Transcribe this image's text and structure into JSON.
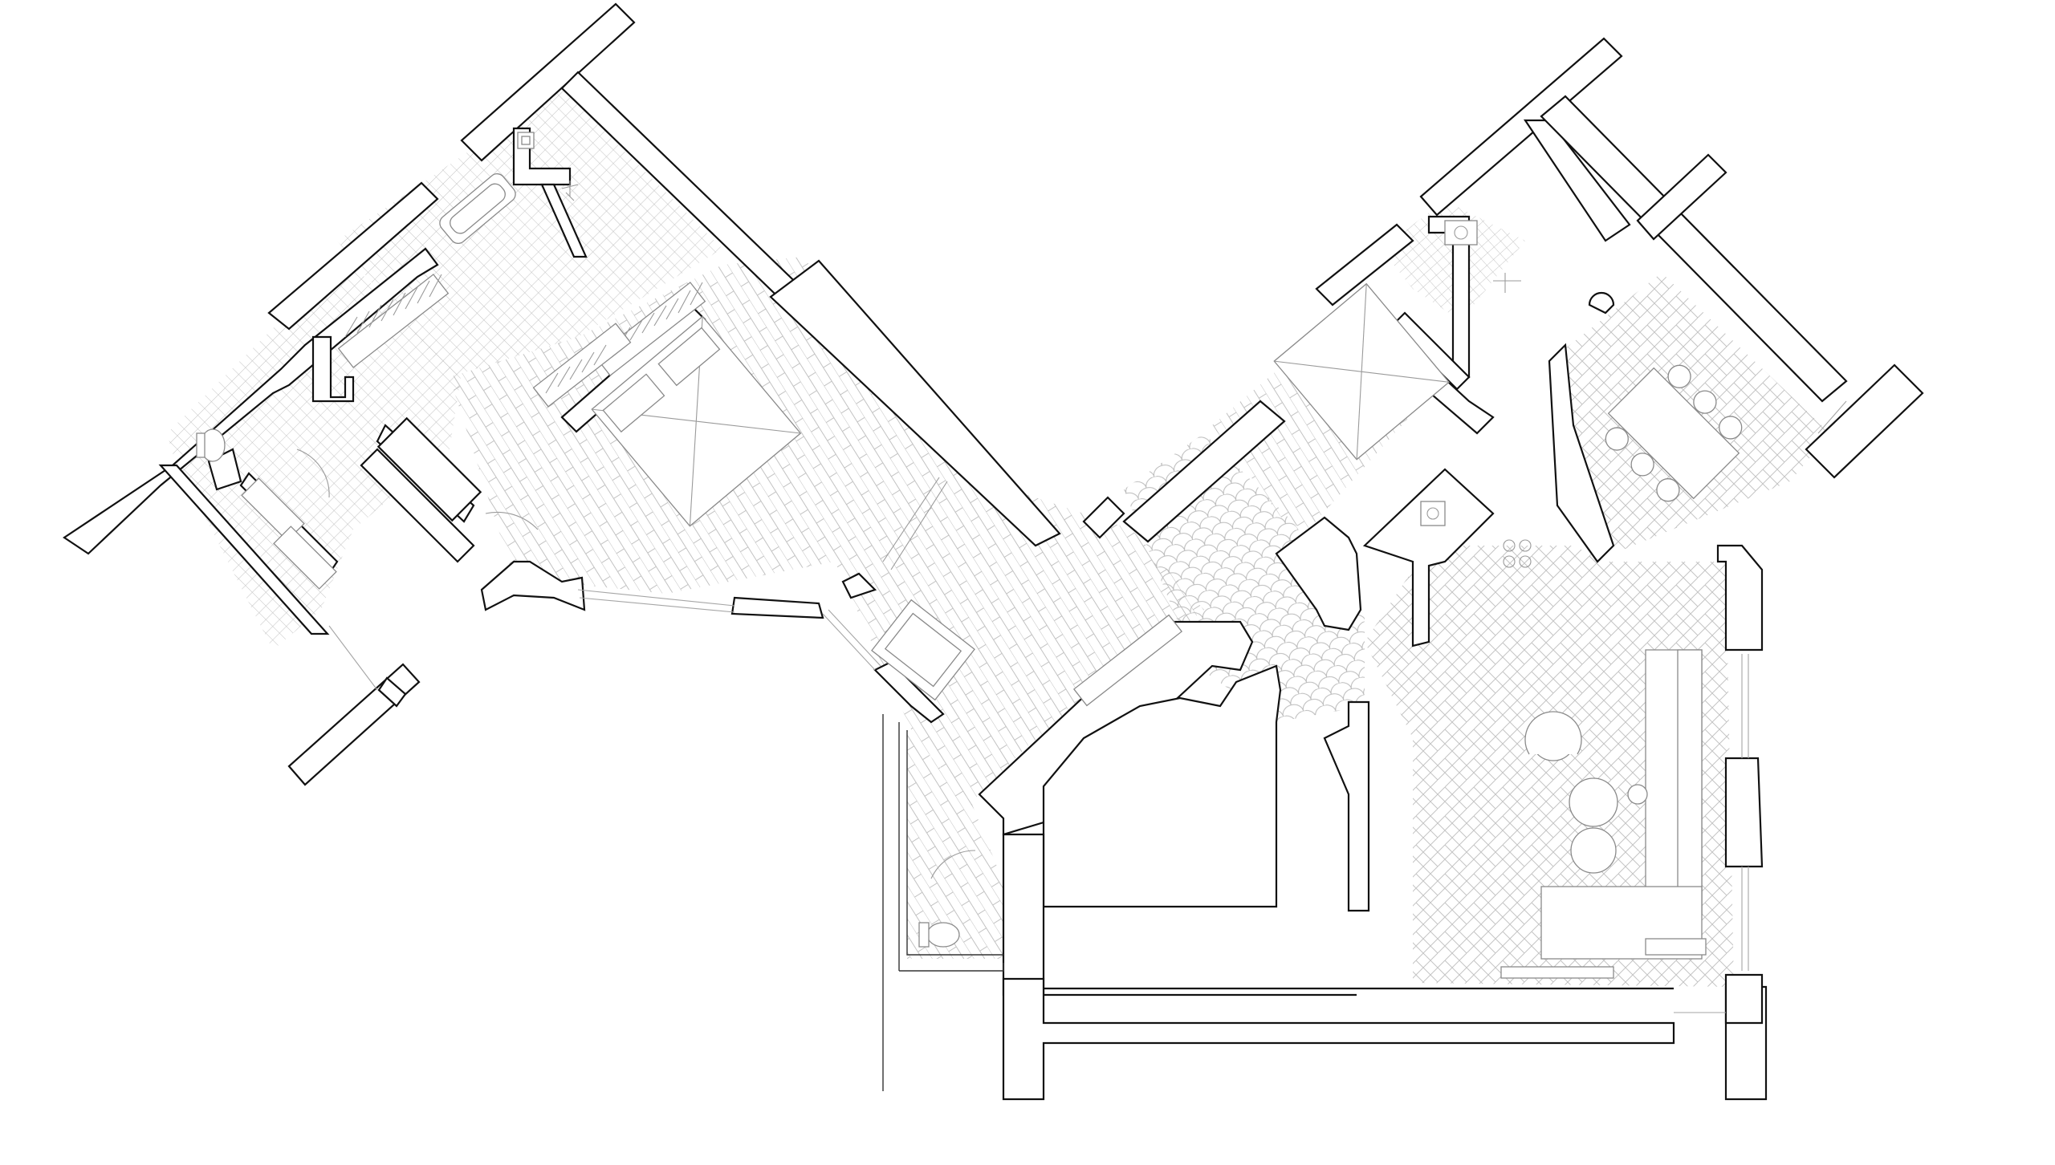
{
  "drawing": {
    "type": "architectural-floor-plan",
    "line_color": "#111111",
    "hatch_color": "#b4b4b4",
    "background": "#ffffff",
    "rooms": [
      {
        "id": "master-bathroom",
        "finish": "square-tile"
      },
      {
        "id": "master-bedroom",
        "finish": "diagonal-planks"
      },
      {
        "id": "hallway",
        "finish": "diagonal-planks"
      },
      {
        "id": "entry-hall",
        "finish": "scale-tile"
      },
      {
        "id": "second-bedroom",
        "finish": "diagonal-planks"
      },
      {
        "id": "second-bathroom",
        "finish": "square-tile"
      },
      {
        "id": "kitchen-dining-living",
        "finish": "herringbone"
      },
      {
        "id": "guest-wc",
        "finish": "diagonal-planks"
      },
      {
        "id": "stair-core",
        "finish": "none"
      }
    ]
  }
}
